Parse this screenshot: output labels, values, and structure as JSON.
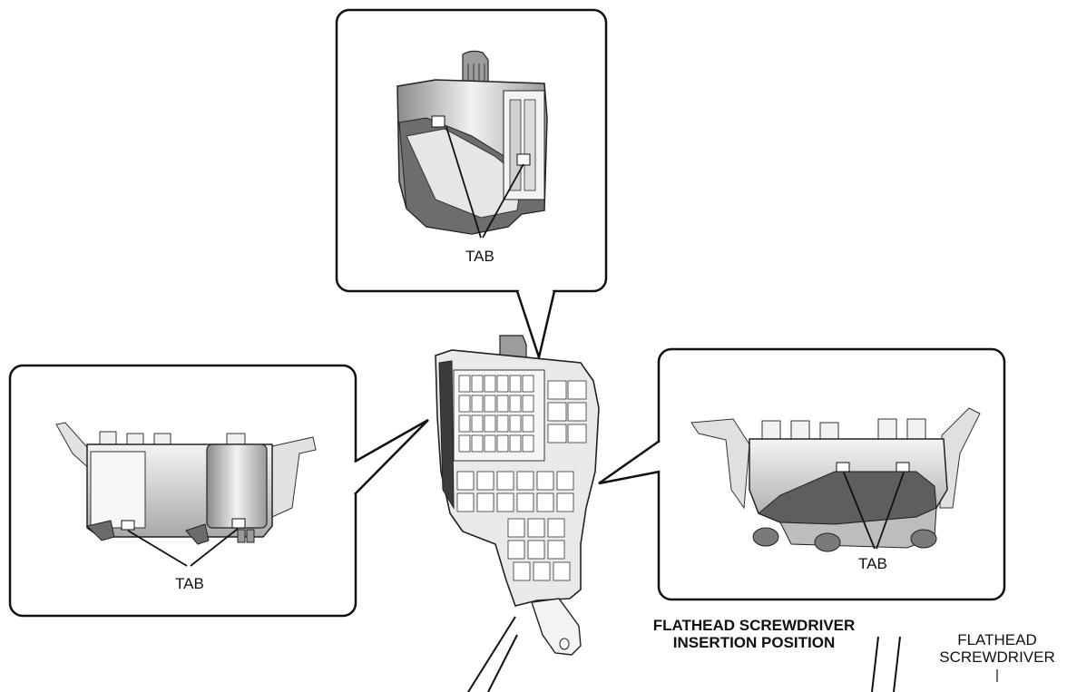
{
  "callouts": {
    "top": {
      "tab_label": "TAB"
    },
    "left": {
      "tab_label": "TAB"
    },
    "right": {
      "tab_label": "TAB"
    }
  },
  "insertion_label": {
    "line1": "FLATHEAD SCREWDRIVER",
    "line2": "INSERTION POSITION"
  },
  "tool_label": {
    "line1": "FLATHEAD",
    "line2": "SCREWDRIVER"
  },
  "colors": {
    "outline": "#111111",
    "part_fill": "#d9d9d9",
    "shadow": "#4a4a4a"
  }
}
